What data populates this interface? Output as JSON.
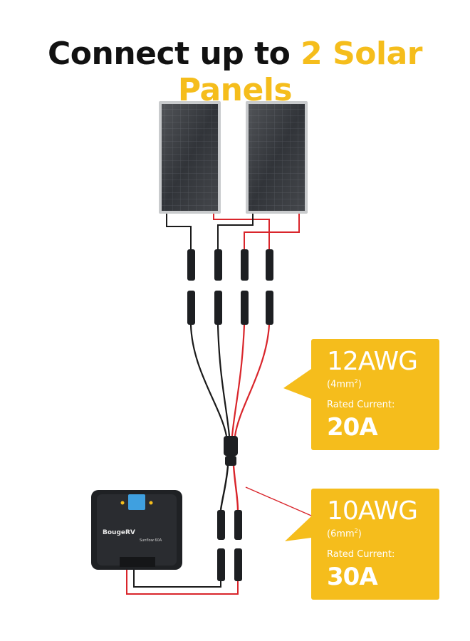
{
  "header": {
    "title_prefix": "Connect up to ",
    "title_accent": "2 Solar Panels",
    "accent_color": "#f5bd1c"
  },
  "controller": {
    "brand": "BougeRV",
    "model": "Sunflow 60A"
  },
  "callouts": [
    {
      "gauge": "12AWG",
      "area_value": "(4mm",
      "area_unit_exp": "2",
      "area_close": ")",
      "rated_label": "Rated Current:",
      "rated_value": "20A"
    },
    {
      "gauge": "10AWG",
      "area_value": "(6mm",
      "area_unit_exp": "2",
      "area_close": ")",
      "rated_label": "Rated Current:",
      "rated_value": "30A"
    }
  ],
  "colors": {
    "callout_bg": "#f5bd1c",
    "wire_red": "#d9252b",
    "wire_black": "#1a1a1a",
    "panel": "#2a2d31",
    "controller": "#1f2124"
  }
}
